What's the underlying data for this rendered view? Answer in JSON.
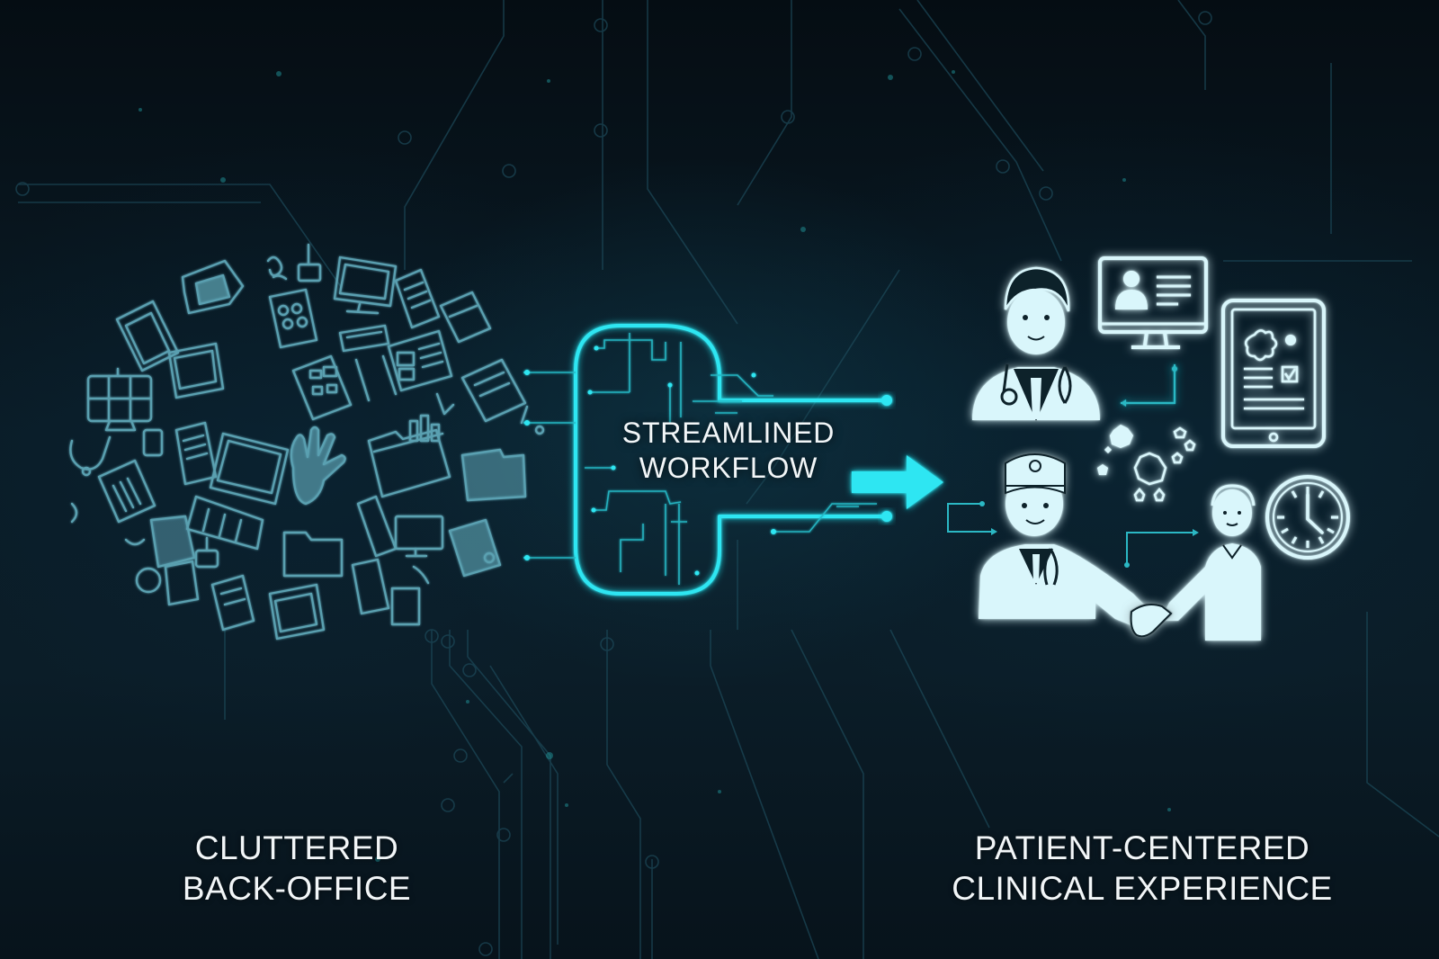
{
  "illustration": {
    "left_panel": {
      "title_line1": "CLUTTERED",
      "title_line2": "BACK-OFFICE",
      "icon_cluster": [
        "monitor-icon",
        "laptop-icon",
        "folder-icon",
        "document-icon",
        "tablet-icon",
        "server-tower-icon",
        "keyboard-icon",
        "stethoscope-icon",
        "clipboard-icon",
        "glove-icon",
        "chart-icon",
        "phone-icon"
      ]
    },
    "center_panel": {
      "title_line1": "STREAMLINED",
      "title_line2": "WORKFLOW",
      "arrow": "arrow-right-icon"
    },
    "right_panel": {
      "title_line1": "PATIENT-CENTERED",
      "title_line2": "CLINICAL EXPERIENCE",
      "icons": [
        "doctor-icon",
        "monitor-profile-icon",
        "tablet-checklist-icon",
        "surgeon-doctor-icon",
        "handshake-icon",
        "patient-icon",
        "clock-icon",
        "stars-icon"
      ]
    },
    "colors": {
      "background": "#07141d",
      "accent_cyan": "#2fe6f2",
      "icon_glow": "#d9f6fb",
      "clutter_icon": "#5fa7b8",
      "text": "#f2f6f8"
    }
  }
}
